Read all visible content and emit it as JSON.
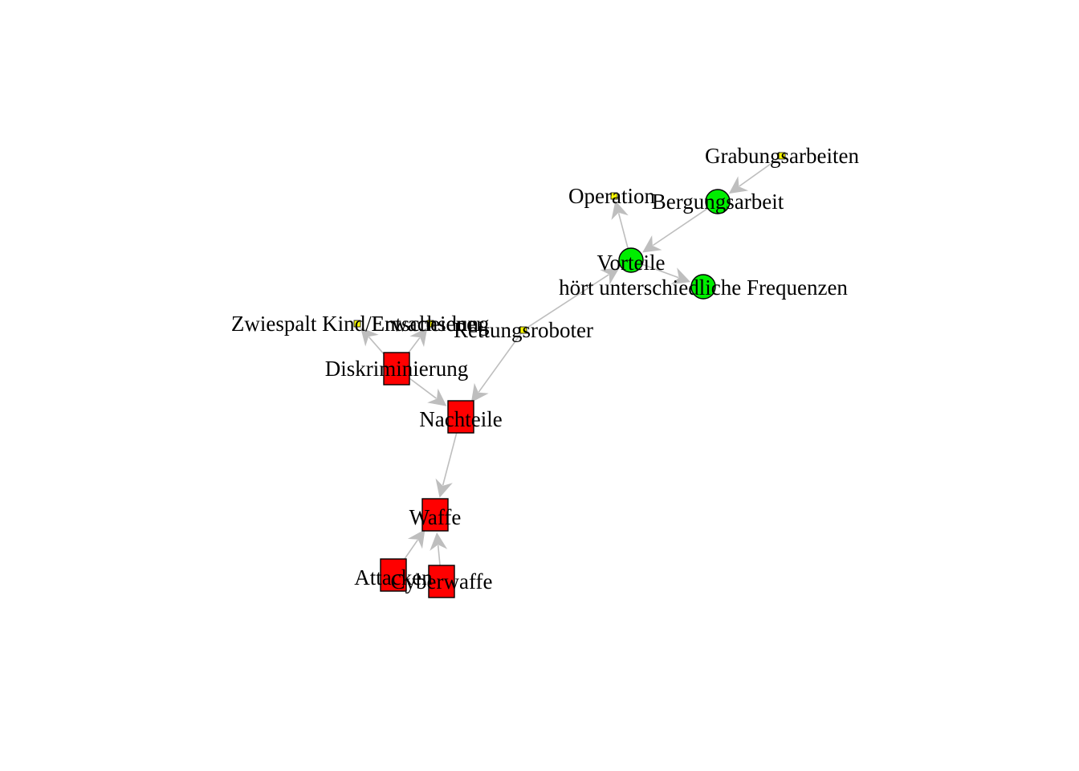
{
  "graph": {
    "nodes": [
      {
        "id": "grabungsarbeiten",
        "label": "Grabungsarbeiten",
        "shape": "square-small",
        "color": "#ffff00"
      },
      {
        "id": "bergungsarbeit",
        "label": "Bergungsarbeit",
        "shape": "circle",
        "color": "#00ee00"
      },
      {
        "id": "operation",
        "label": "Operation",
        "shape": "square-small",
        "color": "#ffff00"
      },
      {
        "id": "vorteile",
        "label": "Vorteile",
        "shape": "circle",
        "color": "#00ee00"
      },
      {
        "id": "frequenzen",
        "label": "hört unterschiedliche Frequenzen",
        "shape": "circle",
        "color": "#00ee00"
      },
      {
        "id": "zwiespalt",
        "label": "Zwiespalt Kind/Erwachsener",
        "shape": "square-small",
        "color": "#ffff00"
      },
      {
        "id": "entscheidung",
        "label": "Entscheidung",
        "shape": "square-small",
        "color": "#ffff00"
      },
      {
        "id": "rettungsroboter",
        "label": "Rettungsroboter",
        "shape": "square-small",
        "color": "#ffff00"
      },
      {
        "id": "diskriminierung",
        "label": "Diskriminierung",
        "shape": "square",
        "color": "#ff0000"
      },
      {
        "id": "nachteile",
        "label": "Nachteile",
        "shape": "square",
        "color": "#ff0000"
      },
      {
        "id": "waffe",
        "label": "Waffe",
        "shape": "square",
        "color": "#ff0000"
      },
      {
        "id": "attacken",
        "label": "Attacken",
        "shape": "square",
        "color": "#ff0000"
      },
      {
        "id": "cyberwaffe",
        "label": "Cyberwaffe",
        "shape": "square",
        "color": "#ff0000"
      }
    ],
    "edges": [
      {
        "from": "grabungsarbeiten",
        "to": "bergungsarbeit"
      },
      {
        "from": "bergungsarbeit",
        "to": "vorteile"
      },
      {
        "from": "vorteile",
        "to": "operation"
      },
      {
        "from": "vorteile",
        "to": "frequenzen"
      },
      {
        "from": "rettungsroboter",
        "to": "vorteile"
      },
      {
        "from": "rettungsroboter",
        "to": "nachteile"
      },
      {
        "from": "diskriminierung",
        "to": "zwiespalt"
      },
      {
        "from": "diskriminierung",
        "to": "entscheidung"
      },
      {
        "from": "diskriminierung",
        "to": "nachteile"
      },
      {
        "from": "nachteile",
        "to": "waffe"
      },
      {
        "from": "attacken",
        "to": "waffe"
      },
      {
        "from": "cyberwaffe",
        "to": "waffe"
      }
    ],
    "edge_color": "#bebebe",
    "border_color": "#000000"
  }
}
